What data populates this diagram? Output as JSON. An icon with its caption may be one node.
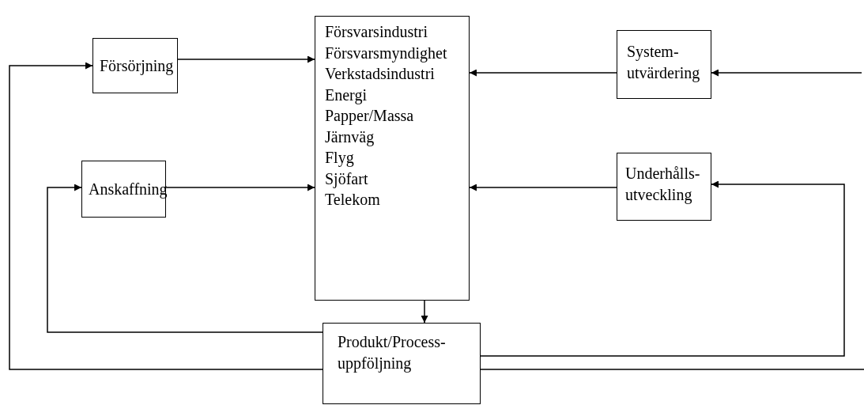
{
  "diagram": {
    "nodes": [
      {
        "text": [
          "Försörjning"
        ]
      },
      {
        "text": [
          "Anskaffning"
        ]
      },
      {
        "text": [
          "Försvarsindustri",
          "Försvarsmyndighet",
          "Verkstadsindustri",
          "Energi",
          "Papper/Massa",
          "Järnväg",
          "Flyg",
          "Sjöfart",
          "Telekom"
        ]
      },
      {
        "text": [
          "System- utvärdering"
        ]
      },
      {
        "text": [
          "Underhålls- utveckling"
        ]
      },
      {
        "text": [
          "Produkt/Process- uppföljning"
        ]
      }
    ],
    "edges": [
      {
        "from": 0,
        "to": 2,
        "arrow": "to"
      },
      {
        "from": 1,
        "to": 2,
        "arrow": "to"
      },
      {
        "from": 3,
        "to": 2,
        "arrow": "to"
      },
      {
        "from": null,
        "to": 3,
        "arrow": "to"
      },
      {
        "from": 4,
        "to": 2,
        "arrow": "to"
      },
      {
        "from": 2,
        "to": 5,
        "arrow": "to"
      },
      {
        "from": 5,
        "to": 1,
        "arrow": "to"
      },
      {
        "from": 5,
        "to": 0,
        "arrow": "to"
      },
      {
        "from": 5,
        "to": 4,
        "arrow": "to"
      },
      {
        "from": 5,
        "to": null,
        "arrow": "none"
      }
    ]
  }
}
